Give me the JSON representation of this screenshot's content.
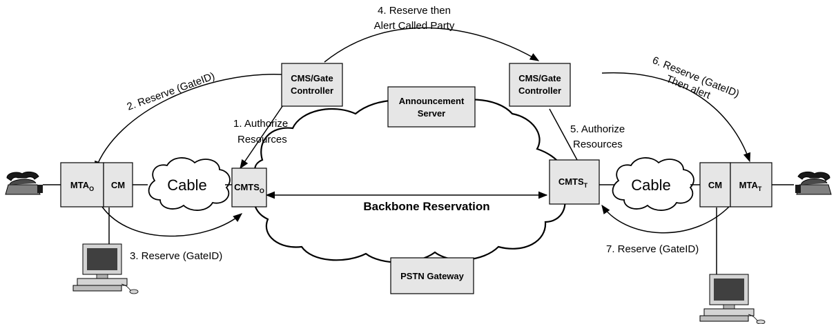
{
  "nodes": {
    "cms_left": [
      "CMS/Gate",
      "Controller"
    ],
    "cms_right": [
      "CMS/Gate",
      "Controller"
    ],
    "announcement": [
      "Announcement",
      "Server"
    ],
    "pstn": "PSTN Gateway",
    "mta_o": {
      "main": "MTA",
      "sub": "O"
    },
    "mta_t": {
      "main": "MTA",
      "sub": "T"
    },
    "cm_left": "CM",
    "cm_right": "CM",
    "cmts_o": {
      "main": "CMTS",
      "sub": "O"
    },
    "cmts_t": {
      "main": "CMTS",
      "sub": "T"
    },
    "cable_left": "Cable",
    "cable_right": "Cable",
    "backbone": "Backbone Reservation"
  },
  "steps": {
    "s1": [
      "1. Authorize",
      "Resources"
    ],
    "s2": "2. Reserve (GateID)",
    "s3": "3. Reserve (GateID)",
    "s4": [
      "4. Reserve then",
      "Alert Called Party"
    ],
    "s5": [
      "5. Authorize",
      "Resources"
    ],
    "s6": [
      "6. Reserve (GateID)",
      "Then alert"
    ],
    "s7": "7. Reserve (GateID)"
  },
  "icons": [
    "telephone-icon",
    "computer-icon"
  ]
}
